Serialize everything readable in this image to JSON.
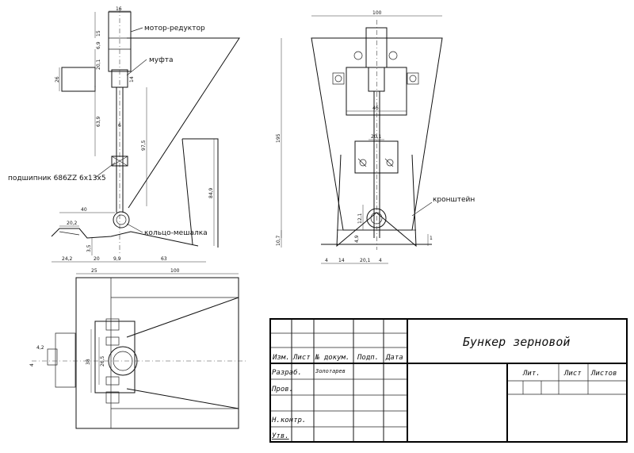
{
  "labels": {
    "motor": "мотор-редуктор",
    "coupling": "муфта",
    "bearing": "подшипник 686ZZ 6x13x5",
    "ring": "кольцо-мешалка",
    "bracket": "кронштейн"
  },
  "dims_side": {
    "top_width": "16",
    "d15": "15",
    "d69": "6,9",
    "d201": "20,1",
    "d26": "26",
    "d14": "14",
    "d639": "63,9",
    "d6": "6",
    "d975": "97,5",
    "d849": "84,9",
    "d40": "40",
    "d202": "20,2",
    "d35": "3,5",
    "d242": "24,2",
    "d20": "20",
    "d99": "9,9",
    "d63": "63"
  },
  "dims_front": {
    "top": "100",
    "h195": "195",
    "w46": "46",
    "d201": "20,1",
    "d121": "12,1",
    "d107": "10,7",
    "d49": "4,9",
    "d1": "1",
    "b4": "4",
    "b14": "14",
    "b201": "20,1",
    "b4r": "4"
  },
  "dims_plan": {
    "d25": "25",
    "d100": "100",
    "d42": "4,2",
    "d4": "4",
    "d38": "38",
    "d265": "26,5"
  },
  "title_block": {
    "title": "Бункер зерновой",
    "headers": [
      "Изм.",
      "Лист",
      "№ докум.",
      "Подп.",
      "Дата"
    ],
    "rows": [
      "Разраб.",
      "Пров.",
      "",
      "Н.контр.",
      "Утв."
    ],
    "developer": "Золотарев",
    "lit": "Лит.",
    "sheet": "Лист",
    "sheets": "Листов"
  }
}
